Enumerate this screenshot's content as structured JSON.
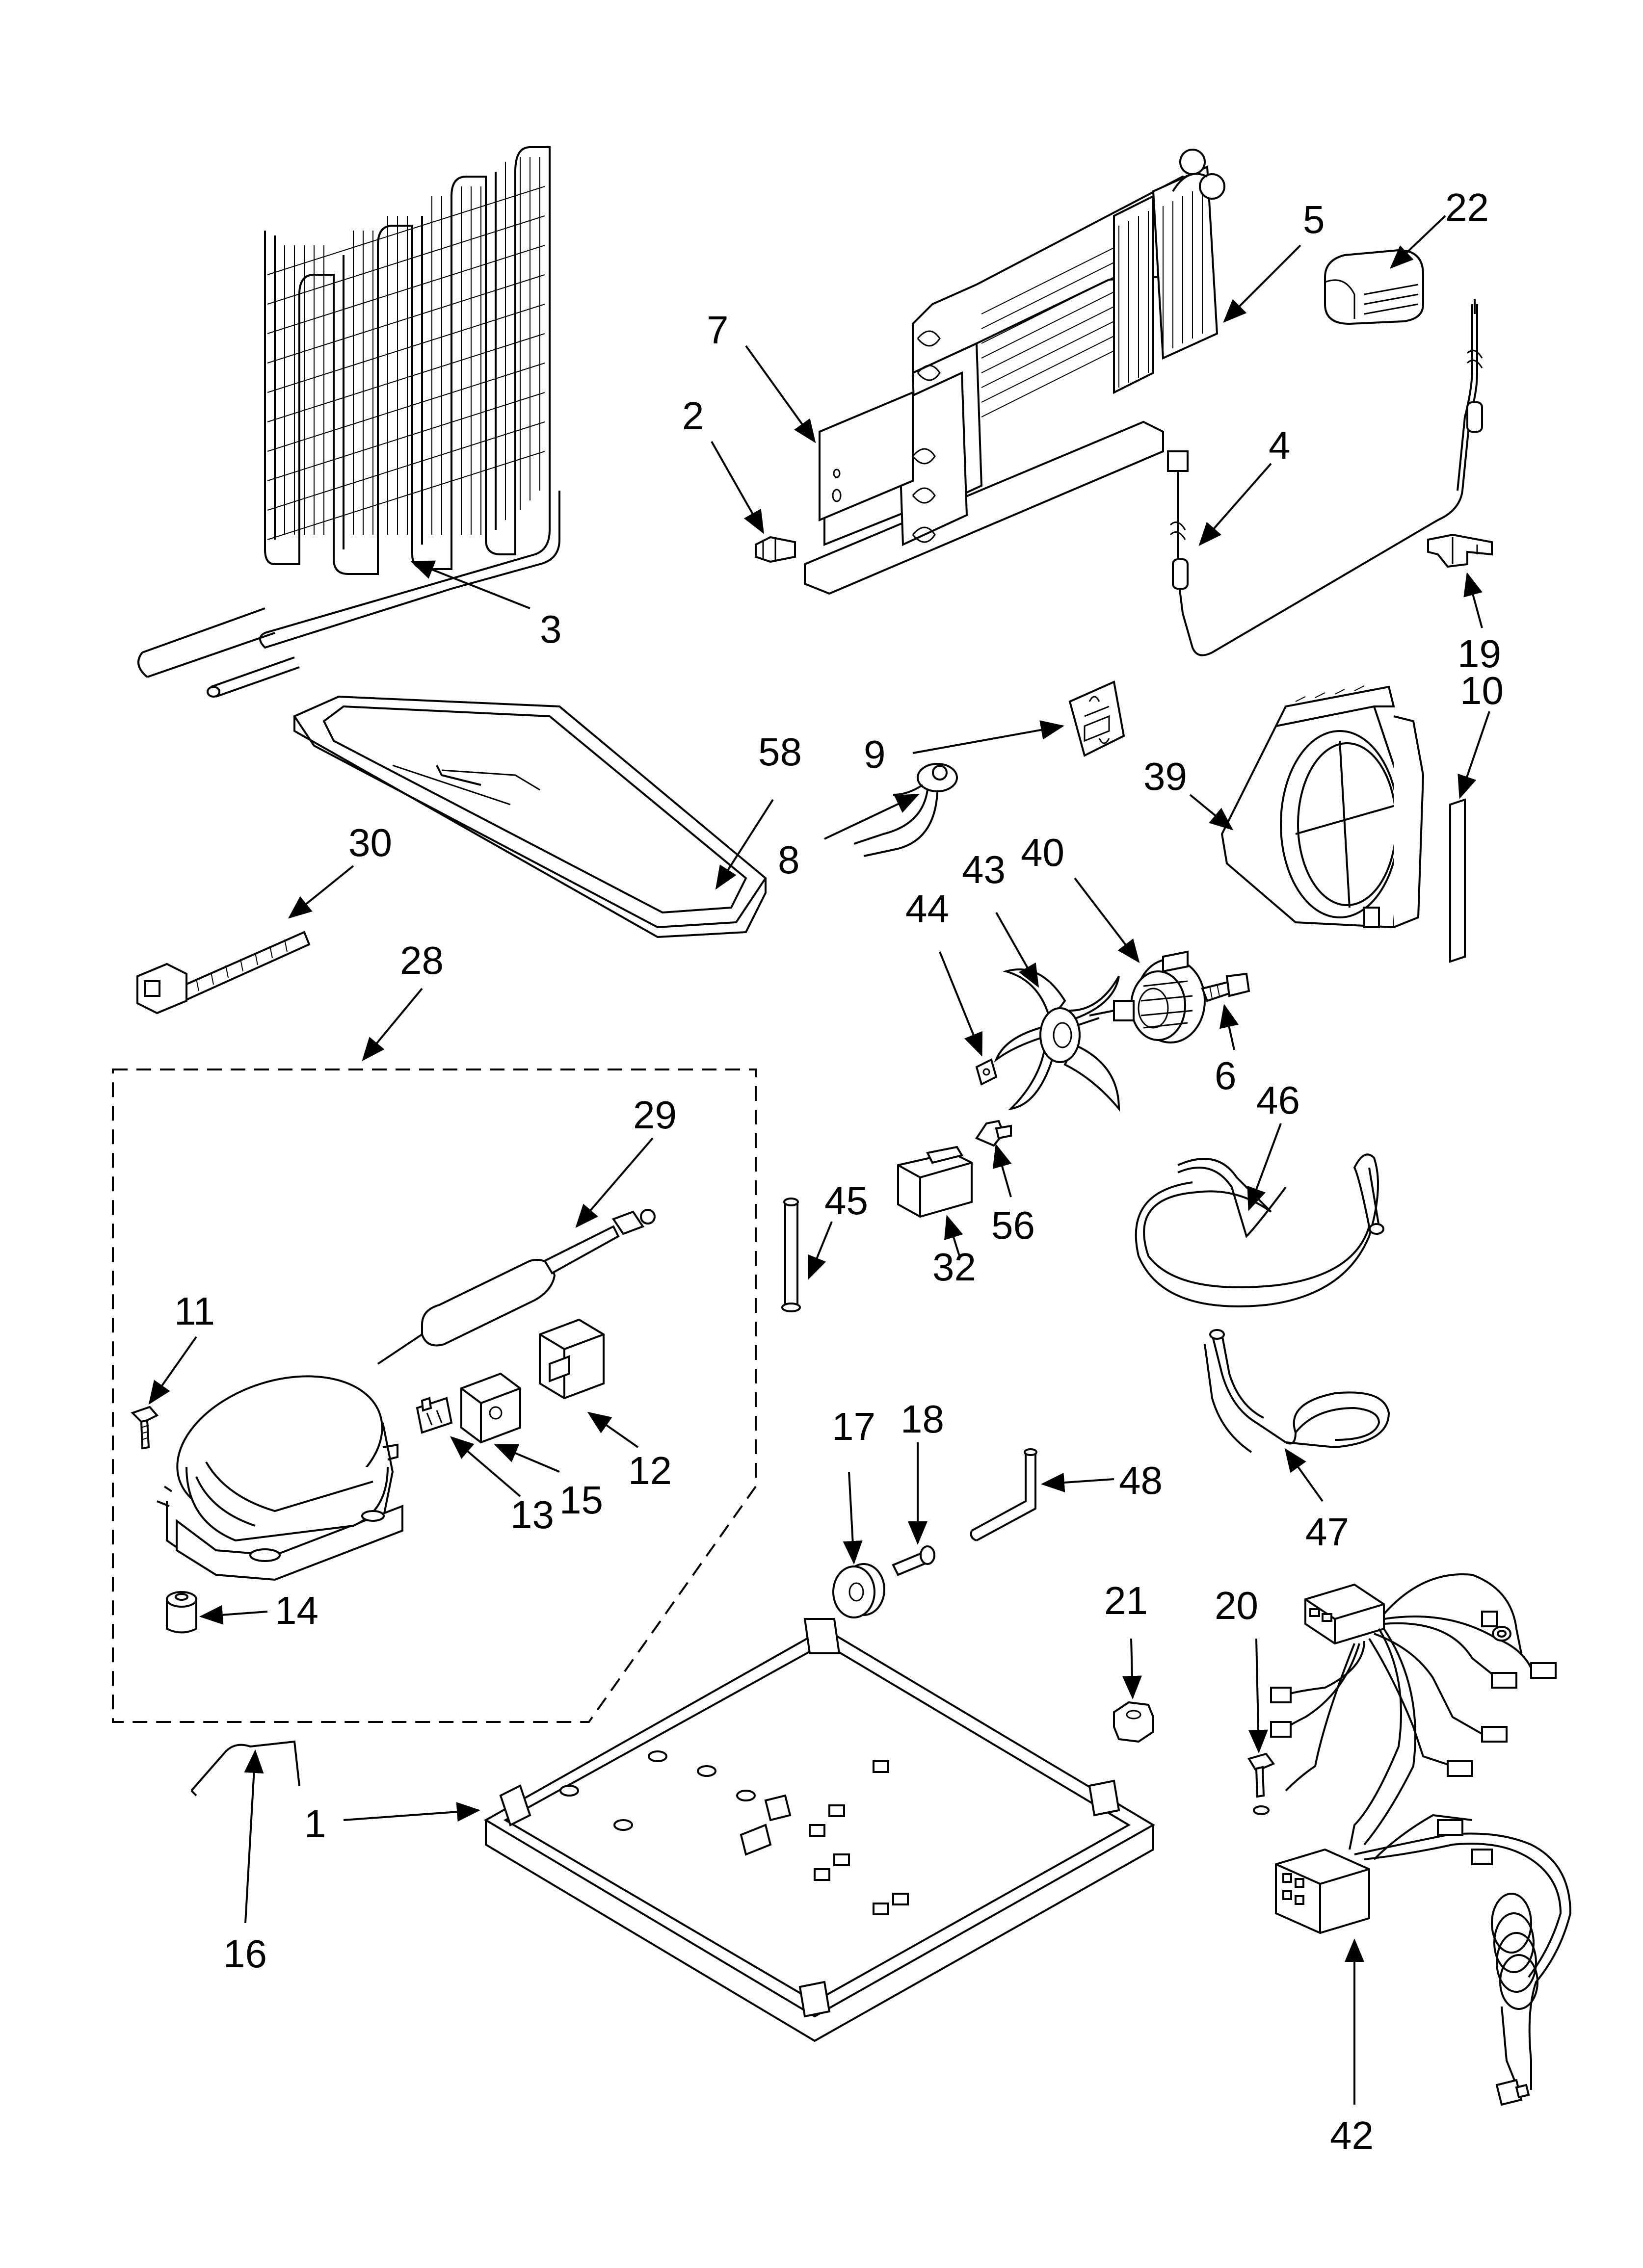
{
  "callouts": {
    "c1": "1",
    "c2": "2",
    "c3": "3",
    "c4": "4",
    "c5": "5",
    "c6": "6",
    "c7": "7",
    "c8": "8",
    "c9": "9",
    "c10": "10",
    "c11": "11",
    "c12": "12",
    "c13": "13",
    "c14": "14",
    "c15": "15",
    "c16": "16",
    "c17": "17",
    "c18": "18",
    "c19": "19",
    "c20": "20",
    "c21": "21",
    "c22": "22",
    "c28": "28",
    "c29": "29",
    "c30": "30",
    "c32": "32",
    "c39": "39",
    "c40": "40",
    "c42": "42",
    "c43": "43",
    "c44": "44",
    "c45": "45",
    "c46": "46",
    "c47": "47",
    "c48": "48",
    "c56": "56",
    "c58": "58"
  }
}
